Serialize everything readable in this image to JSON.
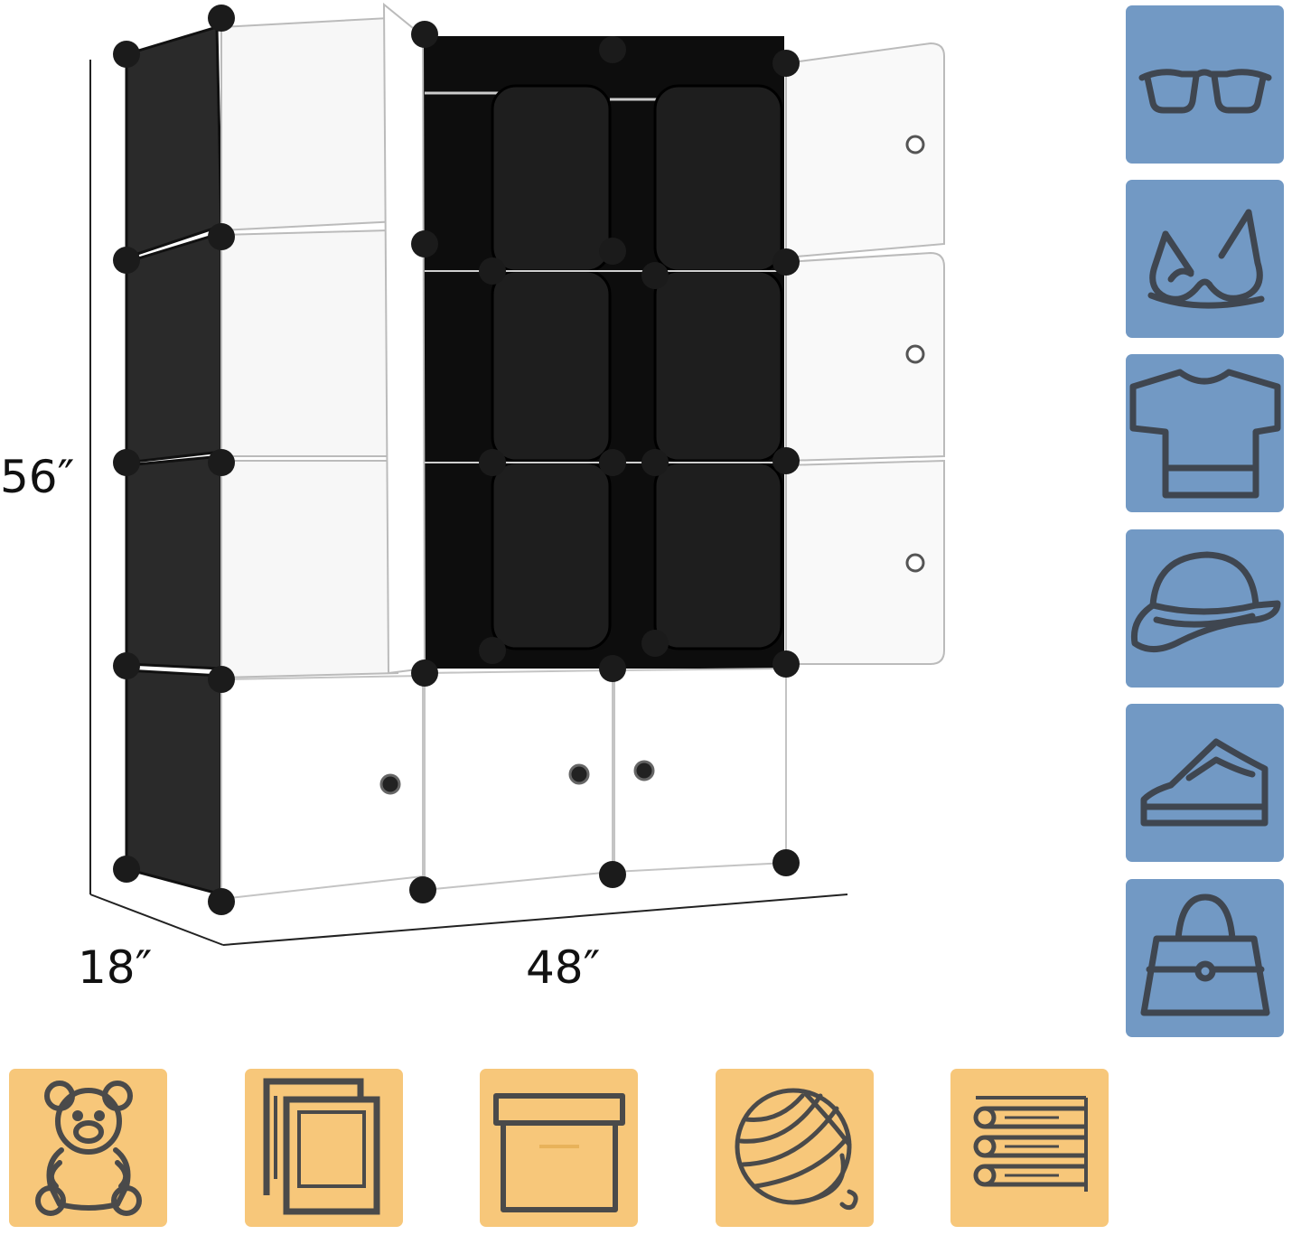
{
  "dimensions": {
    "height": "56″",
    "depth": "18″",
    "width": "48″"
  },
  "colors": {
    "clothing_tile_bg": "#7299c4",
    "clothing_icon_stroke": "#3f4650",
    "storage_tile_bg": "#f7c77a",
    "storage_icon_stroke": "#4a4a4a",
    "cabinet_frame": "#1a1a1a",
    "cabinet_door": "#ffffff"
  },
  "usage_icons_clothing": [
    {
      "icon": "glasses-icon"
    },
    {
      "icon": "bra-icon"
    },
    {
      "icon": "t-shirt-icon"
    },
    {
      "icon": "hat-icon"
    },
    {
      "icon": "shoe-icon"
    },
    {
      "icon": "handbag-icon"
    }
  ],
  "usage_icons_storage": [
    {
      "icon": "teddy-bear-icon"
    },
    {
      "icon": "photo-frames-icon"
    },
    {
      "icon": "storage-box-icon"
    },
    {
      "icon": "yarn-ball-icon"
    },
    {
      "icon": "books-icon"
    }
  ]
}
